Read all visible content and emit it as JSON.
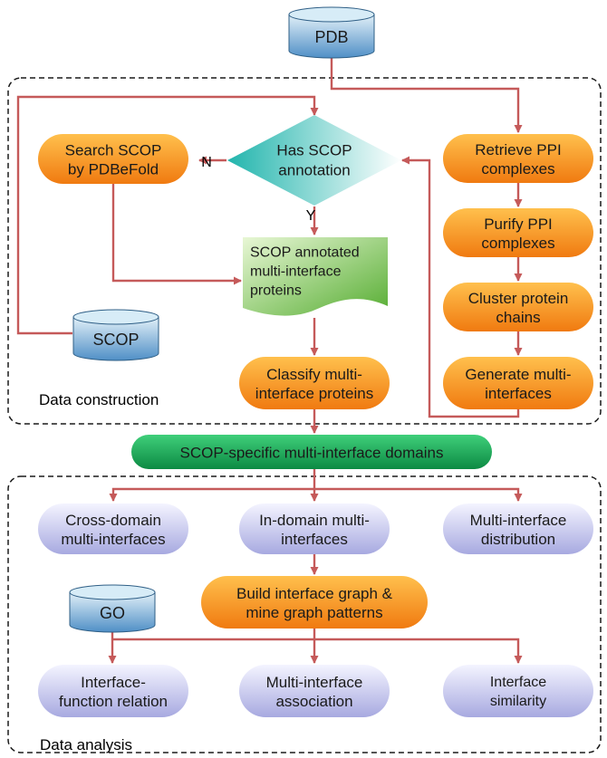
{
  "colors": {
    "arrow": "#c55a5a",
    "orange_top": "#ffc04d",
    "orange_bottom": "#f07a10",
    "lavender_top": "#f4f4ff",
    "lavender_bottom": "#a7a9e0",
    "db_top": "#e2f0f8",
    "db_bottom": "#4f8fc6",
    "diamond_left": "#22b5ad",
    "diamond_right": "#ffffff",
    "band_top": "#3fcf7a",
    "band_bottom": "#0c8a43",
    "doc_left": "#e8f7d5",
    "doc_right": "#56ad32",
    "dashed_border": "#1a1a1a"
  },
  "nodes": {
    "pdb": {
      "label": "PDB",
      "shape": "database"
    },
    "scop_db": {
      "label": "SCOP",
      "shape": "database"
    },
    "go_db": {
      "label": "GO",
      "shape": "database"
    },
    "search_scop": {
      "lines": [
        "Search SCOP",
        "by PDBeFold"
      ],
      "shape": "rounded-rect"
    },
    "has_scop": {
      "lines": [
        "Has SCOP",
        "annotation"
      ],
      "shape": "diamond"
    },
    "retrieve_ppi": {
      "lines": [
        "Retrieve PPI",
        "complexes"
      ],
      "shape": "rounded-rect"
    },
    "purify_ppi": {
      "lines": [
        "Purify PPI",
        "complexes"
      ],
      "shape": "rounded-rect"
    },
    "cluster_chains": {
      "lines": [
        "Cluster protein",
        "chains"
      ],
      "shape": "rounded-rect"
    },
    "generate_multi": {
      "lines": [
        "Generate multi-",
        "interfaces"
      ],
      "shape": "rounded-rect"
    },
    "scop_annotated": {
      "lines": [
        "SCOP annotated",
        "multi-interface",
        "proteins"
      ],
      "shape": "document"
    },
    "classify": {
      "lines": [
        "Classify multi-",
        "interface proteins"
      ],
      "shape": "rounded-rect"
    },
    "scop_domains": {
      "label": "SCOP-specific multi-interface domains",
      "shape": "band"
    },
    "cross_domain": {
      "lines": [
        "Cross-domain",
        "multi-interfaces"
      ],
      "shape": "rounded-rect"
    },
    "in_domain": {
      "lines": [
        "In-domain multi-",
        "interfaces"
      ],
      "shape": "rounded-rect"
    },
    "distribution": {
      "lines": [
        "Multi-interface",
        "distribution"
      ],
      "shape": "rounded-rect"
    },
    "build_graph": {
      "lines": [
        "Build interface graph &",
        "mine graph patterns"
      ],
      "shape": "rounded-rect"
    },
    "function_relation": {
      "lines": [
        "Interface-",
        "function relation"
      ],
      "shape": "rounded-rect"
    },
    "association": {
      "lines": [
        "Multi-interface",
        "association"
      ],
      "shape": "rounded-rect"
    },
    "similarity": {
      "lines": [
        "Interface",
        "similarity"
      ],
      "shape": "rounded-rect"
    }
  },
  "branch_labels": {
    "no": "N",
    "yes": "Y"
  },
  "regions": {
    "construction": "Data construction",
    "analysis": "Data analysis"
  }
}
